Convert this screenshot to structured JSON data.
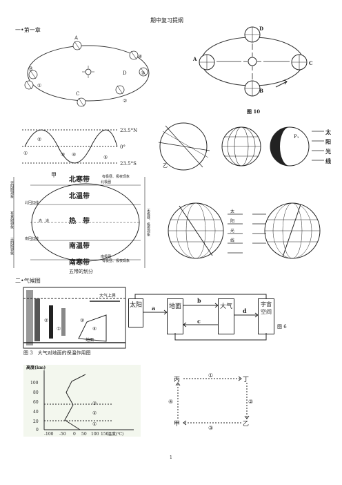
{
  "header": {
    "title": "期中复习提纲",
    "page_number": "1"
  },
  "sections": {
    "one": "一•第一章",
    "two": "二•气候图"
  },
  "orbit_left": {
    "labels": [
      "A",
      "B",
      "C",
      "D",
      "①",
      "②",
      "③",
      "④"
    ]
  },
  "orbit_right": {
    "labels": [
      "A",
      "B",
      "C",
      "D"
    ],
    "caption": "图 10"
  },
  "sine_chart": {
    "lat_top": "23.5°N",
    "lat_mid": "0°",
    "lat_bot": "23.5°S",
    "points": [
      "①",
      "②",
      "③",
      "④",
      "⑤"
    ]
  },
  "globes": {
    "label": "乙",
    "sun_light": [
      "太",
      "阳",
      "光",
      "线"
    ],
    "p": "P₁",
    "arrow_labels": [
      "太",
      "阳",
      "光",
      "线"
    ]
  },
  "zones": {
    "title": "五带的划分",
    "label_jia": "甲",
    "bands": [
      "北寒带",
      "北温带",
      "热　带",
      "南温带",
      "南寒带"
    ],
    "lines": [
      "北极圈",
      "北回归线",
      "赤　道",
      "南回归线",
      "南极圈"
    ],
    "left_notes": [
      "无阳照现象",
      "有直射现象",
      "有直射现象",
      "无阳照现象"
    ],
    "right_top": "有极昼、极夜现象",
    "right_mid": "无极昼、极夜现象",
    "right_bot": "有极昼、极夜现象"
  },
  "greenhouse": {
    "caption": "图 3　大气对地面的保温作用图",
    "labels": [
      "①",
      "②",
      "③",
      "④"
    ],
    "atmos": "大气上界",
    "ground": "地面"
  },
  "flow6": {
    "boxes": [
      "太阳",
      "地面",
      "大气",
      "宇宙空间"
    ],
    "arrows": [
      "a",
      "b",
      "c",
      "d"
    ],
    "caption": "图 6"
  },
  "altitude_chart": {
    "ylabel": "高度(km)",
    "xlabel": "温度(℃)",
    "yticks": [
      "0",
      "20",
      "40",
      "60",
      "80",
      "100"
    ],
    "xticks": [
      "-100",
      "-50",
      "0",
      "50",
      "100",
      "150"
    ],
    "layers": [
      "①",
      "②",
      "③"
    ]
  },
  "cycle": {
    "corners": [
      "丙",
      "丁",
      "甲",
      "乙"
    ],
    "arrows": [
      "①",
      "②",
      "③",
      "④"
    ]
  }
}
